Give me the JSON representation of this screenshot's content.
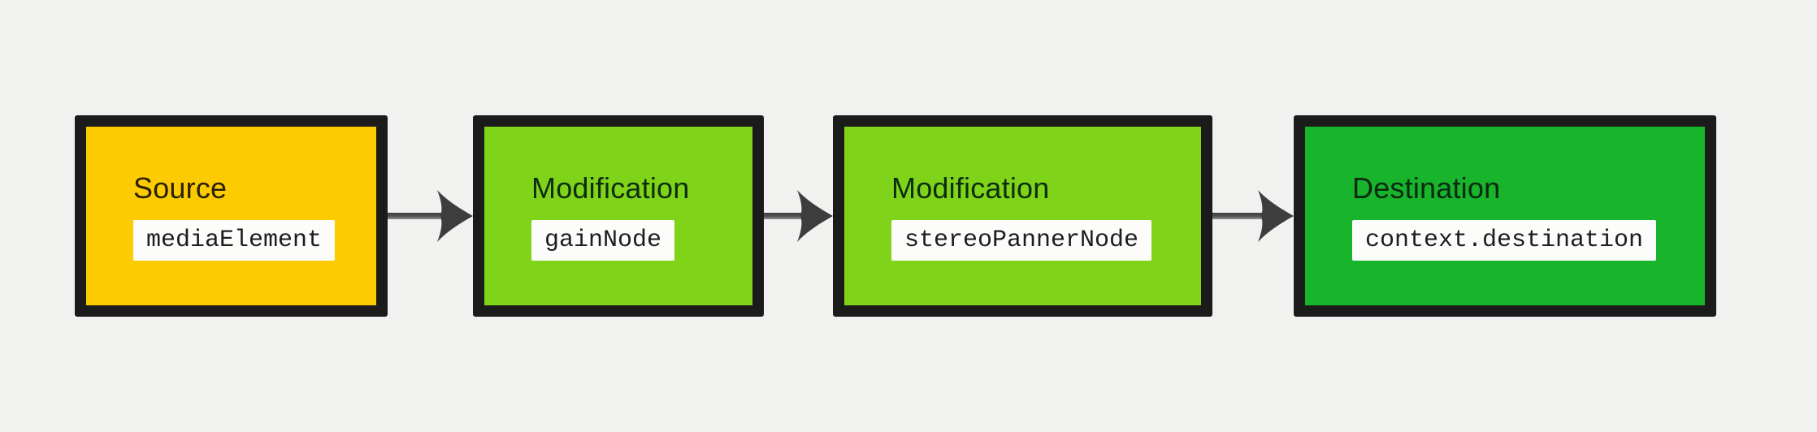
{
  "canvas": {
    "background": "#f1f1f0"
  },
  "diagram": {
    "description": "Audio graph flow: source node through modification nodes to destination",
    "border_color": "#1b1b1b",
    "arrow_color": "#3d3d3d",
    "chip_bg": "#fcfcfa",
    "chip_text": "#1d1d1d",
    "nodes": [
      {
        "title": "Source",
        "code": "mediaElement",
        "fill": "#fdcb02",
        "title_color": "#2a2103"
      },
      {
        "title": "Modification",
        "code": "gainNode",
        "fill": "#7fd41a",
        "title_color": "#0e2c10"
      },
      {
        "title": "Modification",
        "code": "stereoPannerNode",
        "fill": "#7fd41a",
        "title_color": "#0e2c10"
      },
      {
        "title": "Destination",
        "code": "context.destination",
        "fill": "#17b42c",
        "title_color": "#0b2811"
      }
    ]
  }
}
